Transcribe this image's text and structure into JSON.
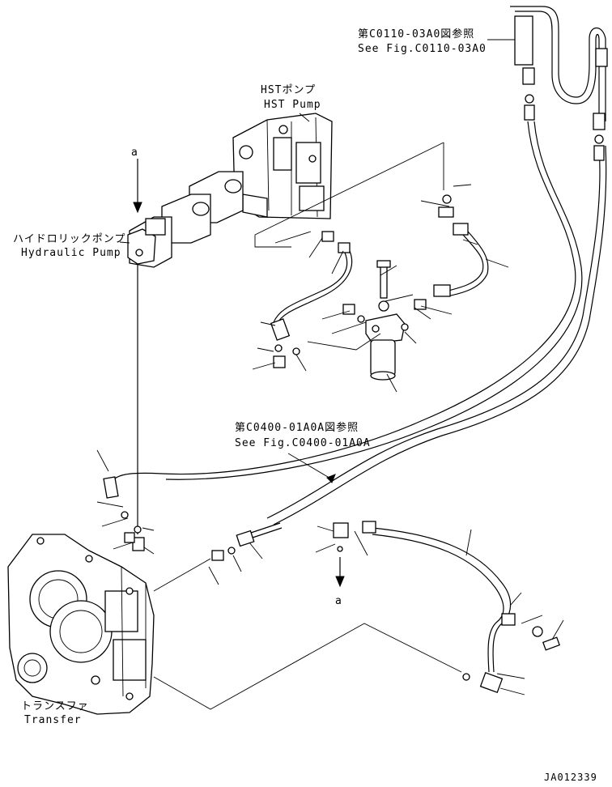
{
  "labels": {
    "ref_top_jp": "第C0110-03A0図参照",
    "ref_top_en": "See Fig.C0110-03A0",
    "hst_jp": "HSTポンプ",
    "hst_en": "HST Pump",
    "marker_a_top": "a",
    "hydraulic_jp": "ハイドロリックポンプ",
    "hydraulic_en": "Hydraulic Pump",
    "ref_mid_jp": "第C0400-01A0A図参照",
    "ref_mid_en": "See Fig.C0400-01A0A",
    "marker_a_bottom": "a",
    "transfer_jp": "トランスファ",
    "transfer_en": "Transfer",
    "drawing_id": "JA012339"
  }
}
